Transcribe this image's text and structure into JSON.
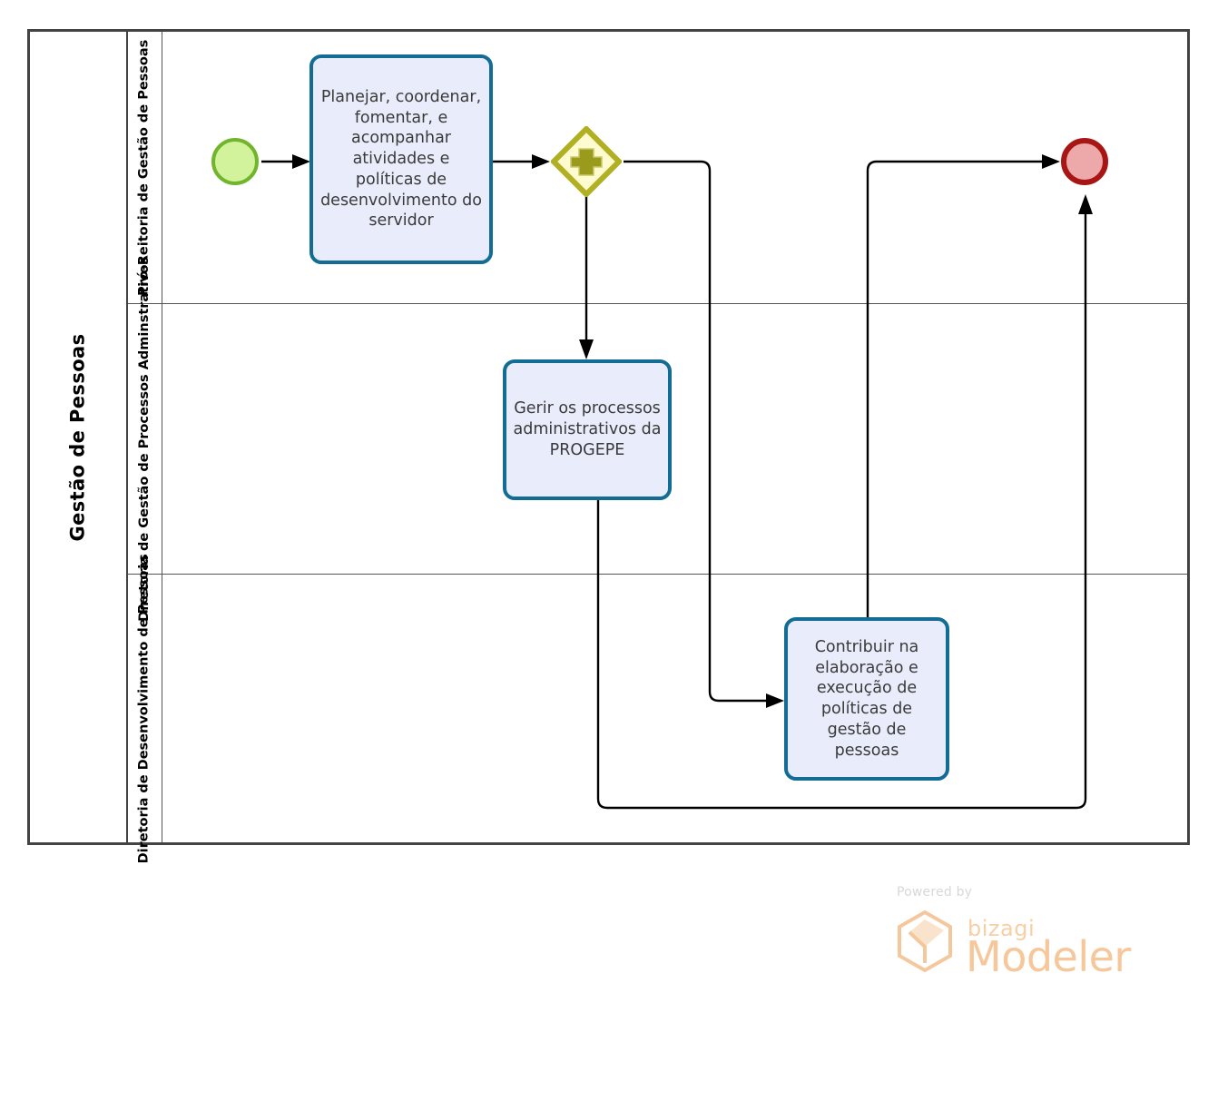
{
  "diagram": {
    "type": "bpmn-process",
    "pool": {
      "name": "Gestão de Pessoas"
    },
    "lanes": [
      {
        "id": "lane-0",
        "name": "Pró-Reitoria de Gestão de Pessoas"
      },
      {
        "id": "lane-1",
        "name": "Diretoria de Gestão de Processos Adminstrativos"
      },
      {
        "id": "lane-2",
        "name": "Diretoria de Desenvolvimento de Pessoas"
      }
    ],
    "nodes": {
      "start_event": {
        "type": "start-event",
        "label": ""
      },
      "task_1": {
        "type": "task",
        "label": "Planejar, coordenar, fomentar, e acompanhar atividades e políticas de desenvolvimento do servidor"
      },
      "gateway_1": {
        "type": "parallel-gateway",
        "symbol": "+",
        "label": ""
      },
      "task_2": {
        "type": "task",
        "label": "Gerir os processos administrativos da PROGEPE"
      },
      "task_3": {
        "type": "task",
        "label": "Contribuir na elaboração e execução de políticas de gestão de pessoas"
      },
      "end_event": {
        "type": "end-event",
        "label": ""
      }
    },
    "colors": {
      "start_fill": "#d2f29b",
      "start_stroke": "#70b52b",
      "end_fill": "#eda9a9",
      "end_stroke": "#a81515",
      "gateway_fill": "#fdfbcf",
      "gateway_stroke": "#b0b022",
      "task_fill": "#e9edfb",
      "task_stroke": "#126c94",
      "pool_border": "#434343",
      "connector": "#000000"
    }
  },
  "branding": {
    "powered_by": "Powered by",
    "product_name": "bizagi",
    "product_suffix": "Modeler"
  }
}
